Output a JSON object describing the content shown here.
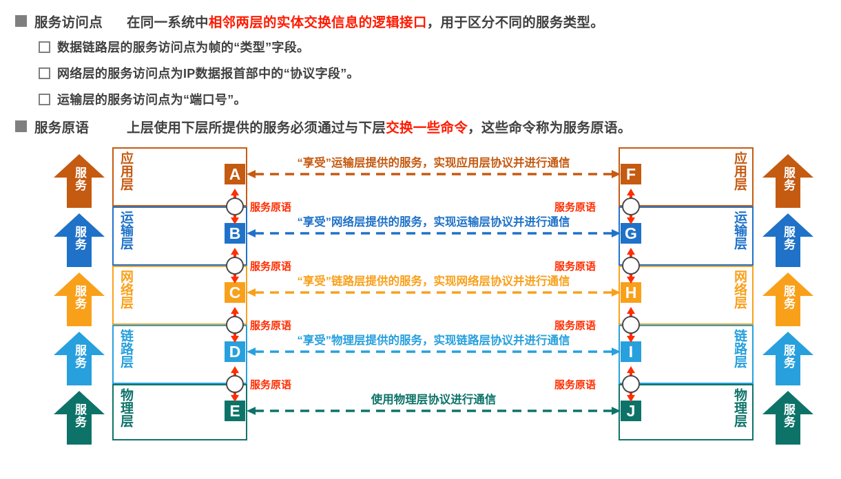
{
  "header": {
    "bullets": [
      {
        "level": 1,
        "marker": "filled-square",
        "term": "服务访问点",
        "text_before": "在同一系统中",
        "highlight": "相邻两层的实体交换信息的逻辑接口",
        "text_after": "，用于区分不同的服务类型。"
      },
      {
        "level": 2,
        "marker": "hollow-square",
        "text": "数据链路层的服务访问点为帧的“类型”字段。"
      },
      {
        "level": 2,
        "marker": "hollow-square",
        "text": "网络层的服务访问点为IP数据报首部中的“协议字段”。"
      },
      {
        "level": 2,
        "marker": "hollow-square",
        "text": "运输层的服务访问点为“端口号”。"
      },
      {
        "level": 1,
        "marker": "filled-square",
        "term": "服务原语",
        "text_before": "上层使用下层所提供的服务必须通过与下层",
        "highlight": "交换一些命令",
        "text_after": "，这些命令称为服务原语。"
      }
    ]
  },
  "diagram": {
    "service_arrow_label": "服务",
    "primitive_label": "服务原语",
    "layers": [
      {
        "name": "应用层",
        "color": "#c55a11",
        "left_badge": "A",
        "right_badge": "F",
        "protocol_text": "“享受”运输层提供的服务，实现应用层协议并进行通信"
      },
      {
        "name": "运输层",
        "color": "#1f72c8",
        "left_badge": "B",
        "right_badge": "G",
        "protocol_text": "“享受”网络层提供的服务，实现运输层协议并进行通信"
      },
      {
        "name": "网络层",
        "color": "#f9a01b",
        "left_badge": "C",
        "right_badge": "H",
        "protocol_text": "“享受”链路层提供的服务，实现网络层协议并进行通信"
      },
      {
        "name": "链路层",
        "color": "#27a0dd",
        "left_badge": "D",
        "right_badge": "I",
        "protocol_text": "“享受”物理层提供的服务，实现链路层协议并进行通信"
      },
      {
        "name": "物理层",
        "color": "#0d7369",
        "left_badge": "E",
        "right_badge": "J",
        "protocol_text": "使用物理层协议进行通信"
      }
    ],
    "colors": {
      "primitive_red": "#ff2d00",
      "bullet_gray": "#7f7f7f",
      "highlight_red": "#ff1a00",
      "body_gray": "#404040",
      "sap_ring": "#4a4a4a"
    }
  }
}
